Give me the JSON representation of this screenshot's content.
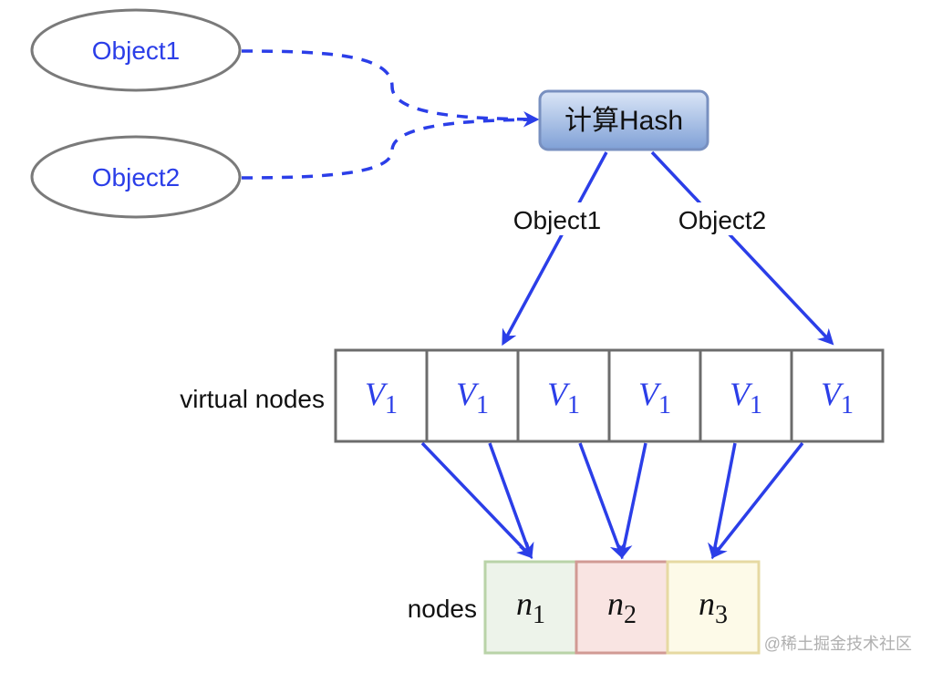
{
  "objects": [
    {
      "label": "Object1"
    },
    {
      "label": "Object2"
    }
  ],
  "hash_box": {
    "label": "计算Hash"
  },
  "edge_labels": {
    "left": "Object1",
    "right": "Object2"
  },
  "virtual_nodes": {
    "row_label": "virtual nodes",
    "cells": [
      {
        "main": "V",
        "sub": "1"
      },
      {
        "main": "V",
        "sub": "1"
      },
      {
        "main": "V",
        "sub": "1"
      },
      {
        "main": "V",
        "sub": "1"
      },
      {
        "main": "V",
        "sub": "1"
      },
      {
        "main": "V",
        "sub": "1"
      }
    ]
  },
  "nodes": {
    "row_label": "nodes",
    "cells": [
      {
        "main": "n",
        "sub": "1",
        "fill": "#edf3ea",
        "stroke": "#b9d3a8"
      },
      {
        "main": "n",
        "sub": "2",
        "fill": "#f9e4e2",
        "stroke": "#d19a94"
      },
      {
        "main": "n",
        "sub": "3",
        "fill": "#fdfae8",
        "stroke": "#e6d9a2"
      }
    ]
  },
  "mapping": [
    {
      "from_vnode": 0,
      "to_node": 0
    },
    {
      "from_vnode": 1,
      "to_node": 0
    },
    {
      "from_vnode": 2,
      "to_node": 1
    },
    {
      "from_vnode": 3,
      "to_node": 1
    },
    {
      "from_vnode": 4,
      "to_node": 2
    },
    {
      "from_vnode": 5,
      "to_node": 2
    }
  ],
  "colors": {
    "accent": "#2b3ee8",
    "text_blue": "#2b3ee8",
    "ellipse_stroke": "#7a7a7a",
    "box_border": "#6c6c6c"
  },
  "watermark": "@稀土掘金技术社区"
}
